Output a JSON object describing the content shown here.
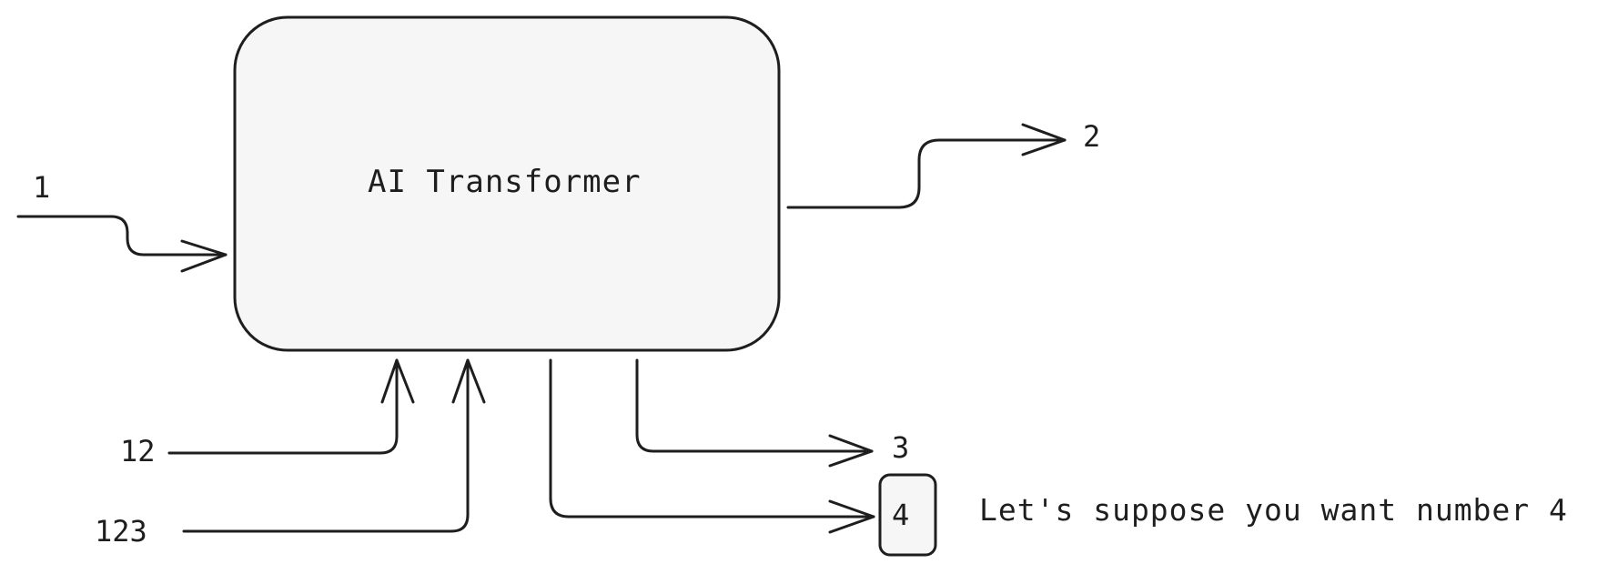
{
  "main_node": {
    "label": "AI Transformer"
  },
  "inputs": [
    {
      "label": "1"
    },
    {
      "label": "12"
    },
    {
      "label": "123"
    }
  ],
  "outputs": [
    {
      "label": "2"
    },
    {
      "label": "3"
    },
    {
      "label": "4"
    }
  ],
  "note": {
    "text": "Let's suppose you want number 4"
  },
  "colors": {
    "stroke": "#1e1e1e",
    "fill": "#f6f6f6",
    "background": "#ffffff"
  }
}
